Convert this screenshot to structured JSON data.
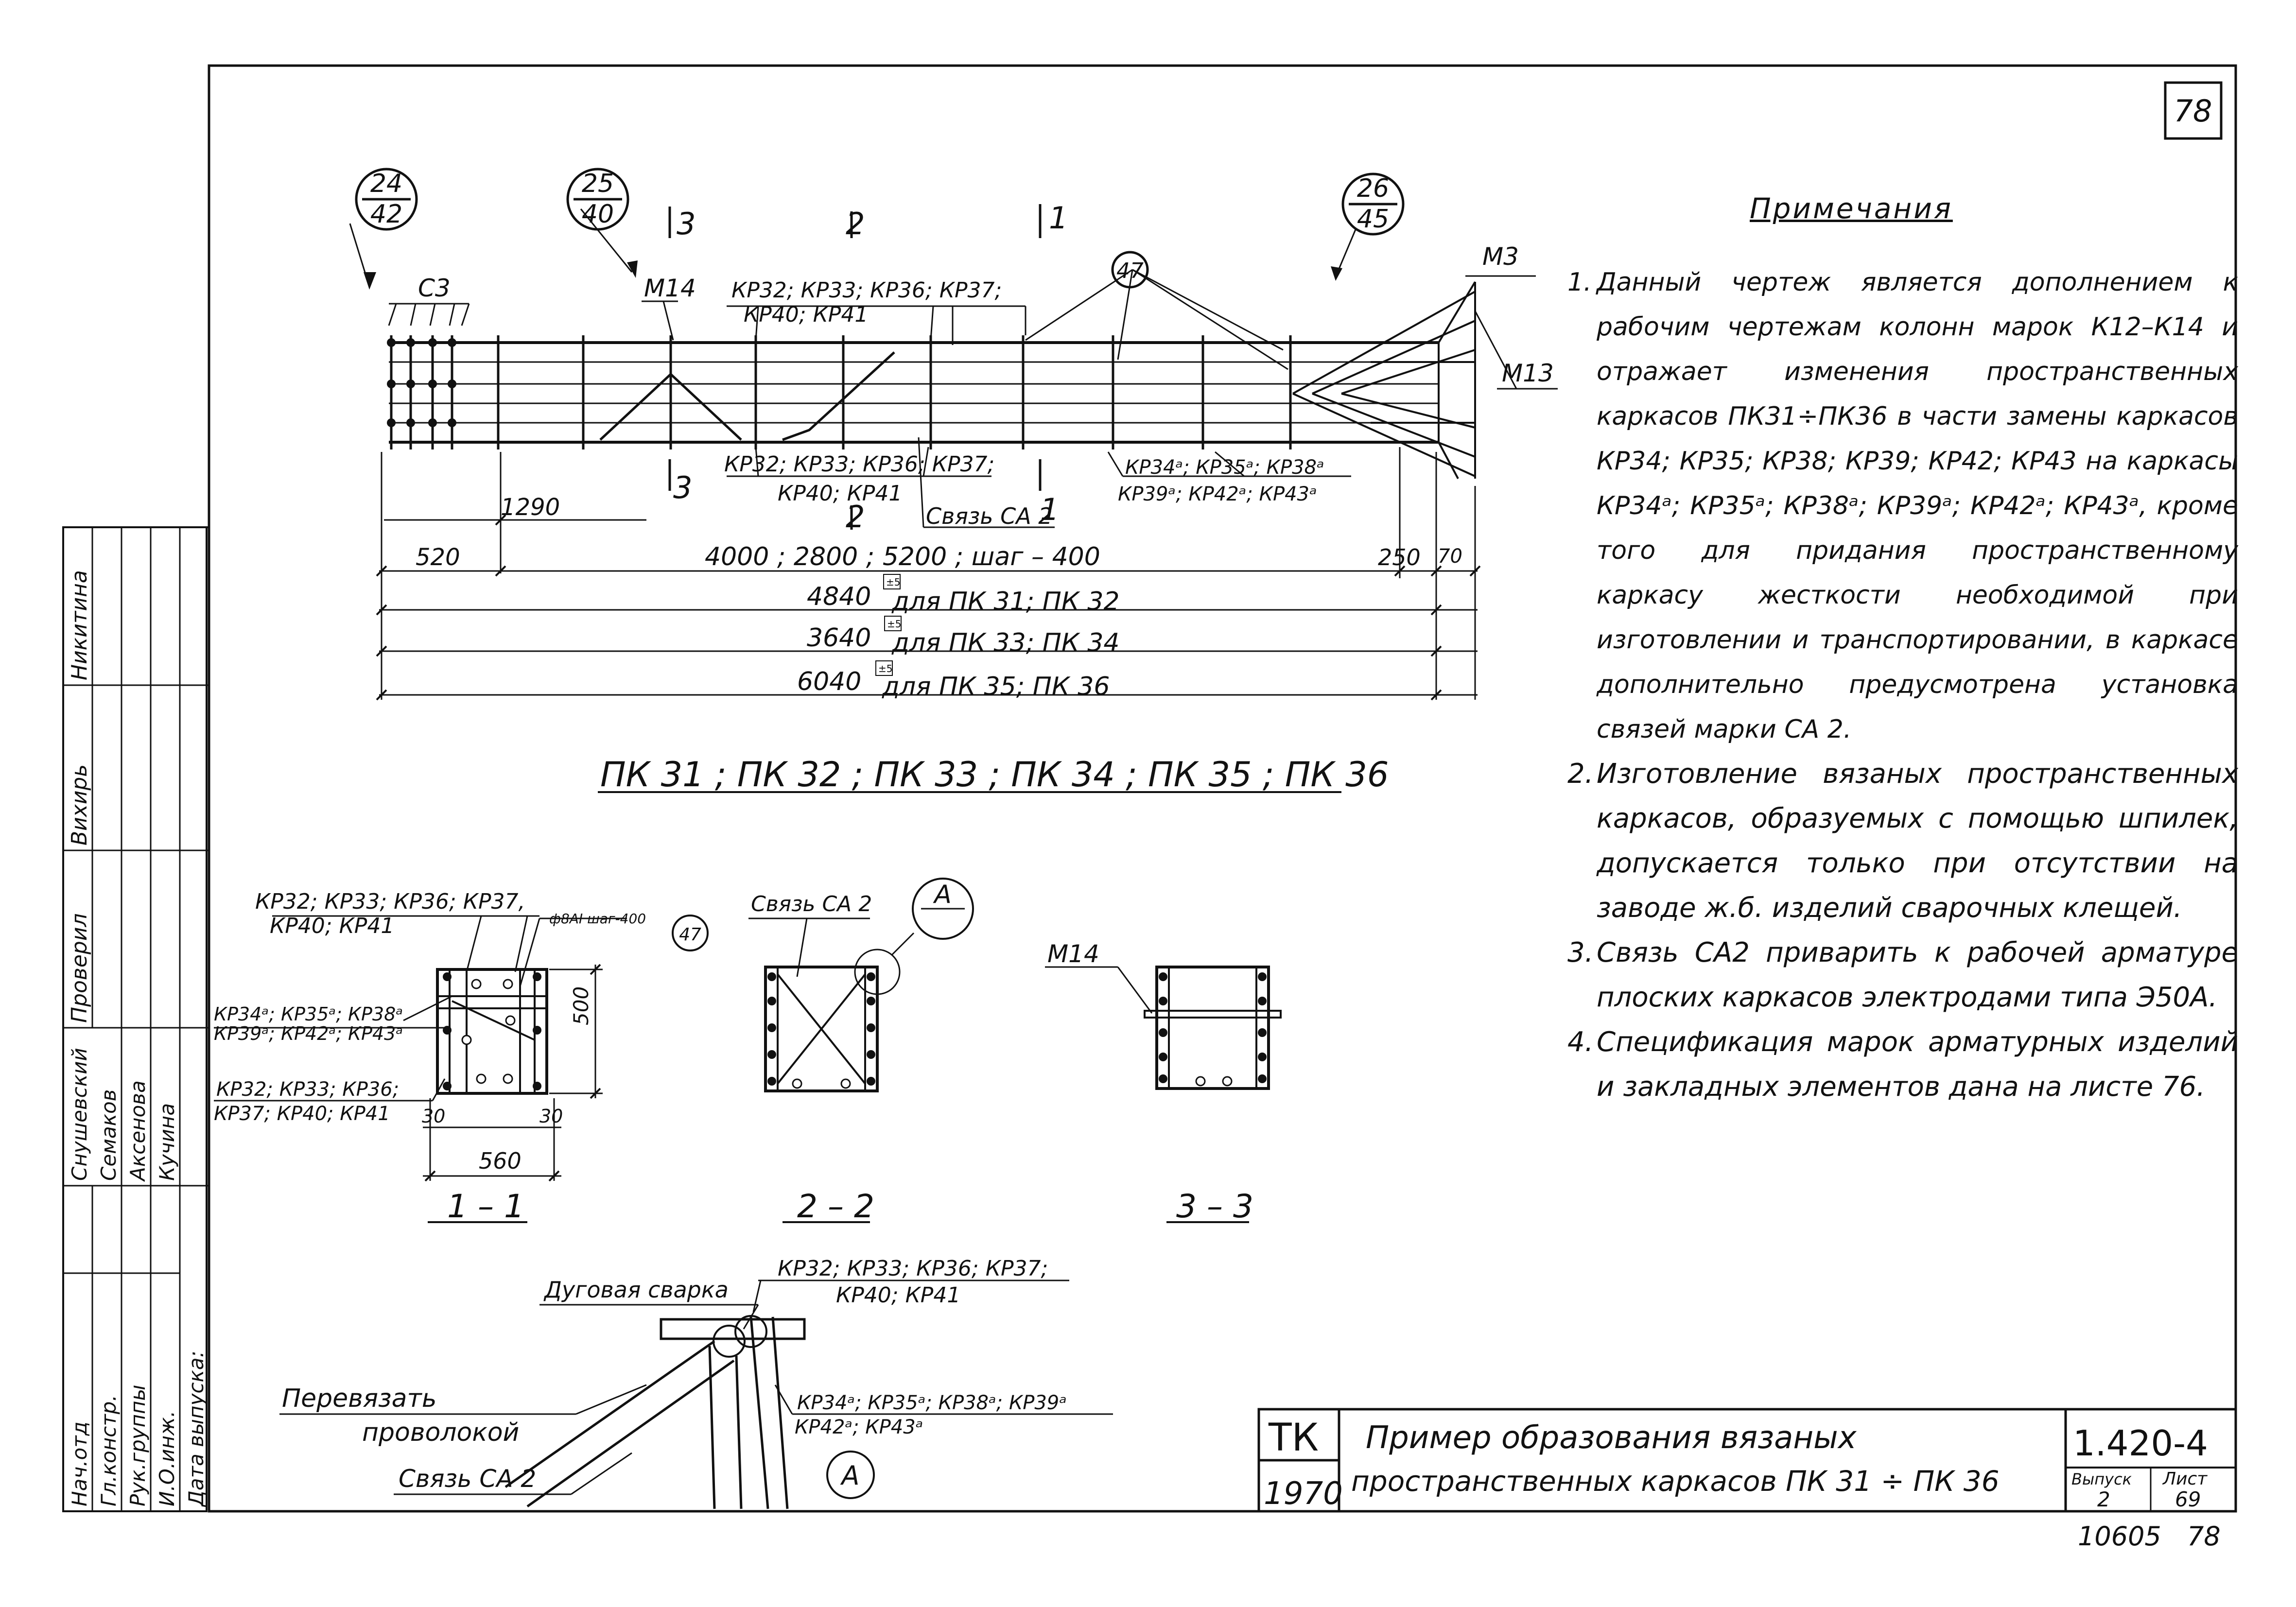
{
  "sheet": {
    "corner_number": "78",
    "bottom_code": "10605",
    "bottom_number": "78"
  },
  "main_view": {
    "callout_left": {
      "top": "24",
      "bottom": "42"
    },
    "callout_mid": {
      "top": "25",
      "bottom": "40"
    },
    "callout_right": {
      "top": "26",
      "bottom": "45"
    },
    "section_3": "3",
    "section_2": "2",
    "section_1": "1",
    "label_c3": "С3",
    "label_m14": "М14",
    "label_m3": "М3",
    "label_m13": "М13",
    "label_47": "47",
    "kp_top_line1": "КР32; КР33; КР36; КР37;",
    "kp_top_line2": "КР40; КР41",
    "kp_bottom_line1": "КР32; КР33; КР36; КР37;",
    "kp_bottom_line2": "КР40;   КР41",
    "kp_a_line1": "КР34ᵃ; КР35ᵃ; КР38ᵃ",
    "kp_a_line2": "КР39ᵃ; КР42ᵃ; КР43ᵃ",
    "svyaz": "Связь СА 2",
    "dim_1290": "1290",
    "dim_520": "520",
    "dim_250": "250",
    "dim_70": "70",
    "dim_step": "4000 ;  2800 ;  5200 ;  шаг – 400",
    "dim_4840": "4840",
    "dim_4840_note": "для  ПК 31; ПК 32",
    "dim_3640": "3640",
    "dim_3640_note": "для  ПК 33; ПК 34",
    "dim_6040": "6040",
    "dim_6040_note": "для  ПК 35; ПК 36",
    "tol": "±5",
    "caption": "ПК 31 ; ПК 32 ; ПК 33 ; ПК 34 ; ПК 35 ; ПК 36"
  },
  "sections": {
    "s11_kp_top1": "КР32; КР33; КР36; КР37,",
    "s11_kp_top2": "КР40;  КР41",
    "s11_rebar": "ф8АI шаг-400",
    "s11_rebar_ref": "47",
    "s11_kp_a1": "КР34ᵃ; КР35ᵃ; КР38ᵃ",
    "s11_kp_a2": "КР39ᵃ; КР42ᵃ; КР43ᵃ",
    "s11_kp_b1": "КР32; КР33; КР36;",
    "s11_kp_b2": "КР37; КР40; КР41",
    "s11_dim_500": "500",
    "s11_dim_30a": "30",
    "s11_dim_30b": "30",
    "s11_dim_560": "560",
    "s22_svyaz": "Связь СА 2",
    "s22_callout": "А",
    "s33_m14": "М14",
    "label_11": "1 – 1",
    "label_22": "2 – 2",
    "label_33": "3 – 3"
  },
  "detail_a": {
    "welding": "Дуговая сварка",
    "kp1": "КР32; КР33; КР36; КР37;",
    "kp2": "КР40;  КР41",
    "kp3": "КР34ᵃ; КР35ᵃ; КР38ᵃ; КР39ᵃ",
    "kp4": "КР42ᵃ;  КР43ᵃ",
    "tie1": "Перевязать",
    "tie2": "проволокой",
    "svyaz": "Связь СА 2",
    "callout": "А"
  },
  "notes": {
    "title": "Примечания",
    "items": [
      {
        "num": "1.",
        "text": "Данный чертеж является дополнением к рабочим чертежам колонн марок К12–К14 и отражает изменения пространственных каркасов ПК31÷ПК36 в части замены каркасов КР34; КР35; КР38; КР39; КР42; КР43 на каркасы КР34ᵃ; КР35ᵃ; КР38ᵃ; КР39ᵃ; КР42ᵃ; КР43ᵃ, кроме того для придания пространственному каркасу жесткости необходимой при изготовлении и транспортировании, в каркасе дополнительно предусмотрена установка связей марки СА 2."
      },
      {
        "num": "2.",
        "text": "Изготовление вязаных пространственных каркасов, образуемых с помощью шпилек, допускается только при отсутствии на заводе ж.б. изделий сварочных клещей."
      },
      {
        "num": "3.",
        "text": "Связь СА2 приварить к рабочей арматуре плоских каркасов электродами типа Э50А."
      },
      {
        "num": "4.",
        "text": "Спецификация марок арматурных изделий и закладных элементов дана на листе 76."
      }
    ]
  },
  "sidebar": {
    "col1": [
      "Нач.отд",
      "Гл.констр.",
      "Рук.группы",
      "И.О.инж.",
      "Дата выпуска:"
    ],
    "col3": [
      "Снушевский",
      "Семаков",
      "Аксенова",
      "Кучина"
    ],
    "proveril": "Проверил",
    "signer1": "Вихирь",
    "signer2": "Никитина"
  },
  "title_block": {
    "org": "ТК",
    "year": "1970",
    "title_line1": "Пример образования вязаных",
    "title_line2": "пространственных каркасов ПК 31 ÷ ПК 36",
    "series": "1.420-4",
    "vypusk_label": "Выпуск",
    "vypusk": "2",
    "list_label": "Лист",
    "list": "69"
  }
}
